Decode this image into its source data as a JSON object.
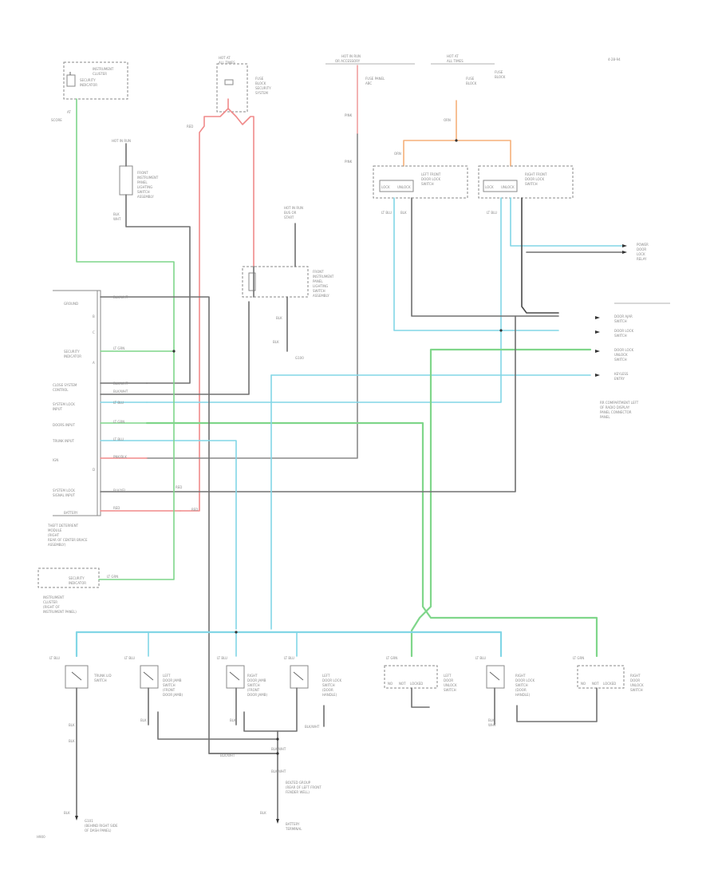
{
  "diagram": {
    "page_id": "",
    "footer_id": "",
    "colors": {
      "red": "#f08a8a",
      "green": "#7fd68a",
      "cyan": "#82d6e6",
      "orange": "#f5b07a",
      "gray": "#707070",
      "black": "#4a4a4a"
    },
    "components": [
      {
        "id": "instrument-cluster",
        "text": ""
      },
      {
        "id": "fuse-block",
        "text": ""
      },
      {
        "id": "hot-run-start",
        "text": ""
      },
      {
        "id": "lighting-switch",
        "text": ""
      },
      {
        "id": "front-door-lock-switches",
        "text": ""
      },
      {
        "id": "key-in-ignition-switch",
        "text": ""
      },
      {
        "id": "rear-compartment",
        "text": ""
      },
      {
        "id": "central-module",
        "text": ""
      },
      {
        "id": "security-indicator",
        "text": ""
      },
      {
        "id": "hood-ajar-switch",
        "text": ""
      },
      {
        "id": "door-jamb-switches",
        "text": ""
      },
      {
        "id": "ground-g1",
        "text": ""
      },
      {
        "id": "ground-g2",
        "text": ""
      }
    ]
  }
}
